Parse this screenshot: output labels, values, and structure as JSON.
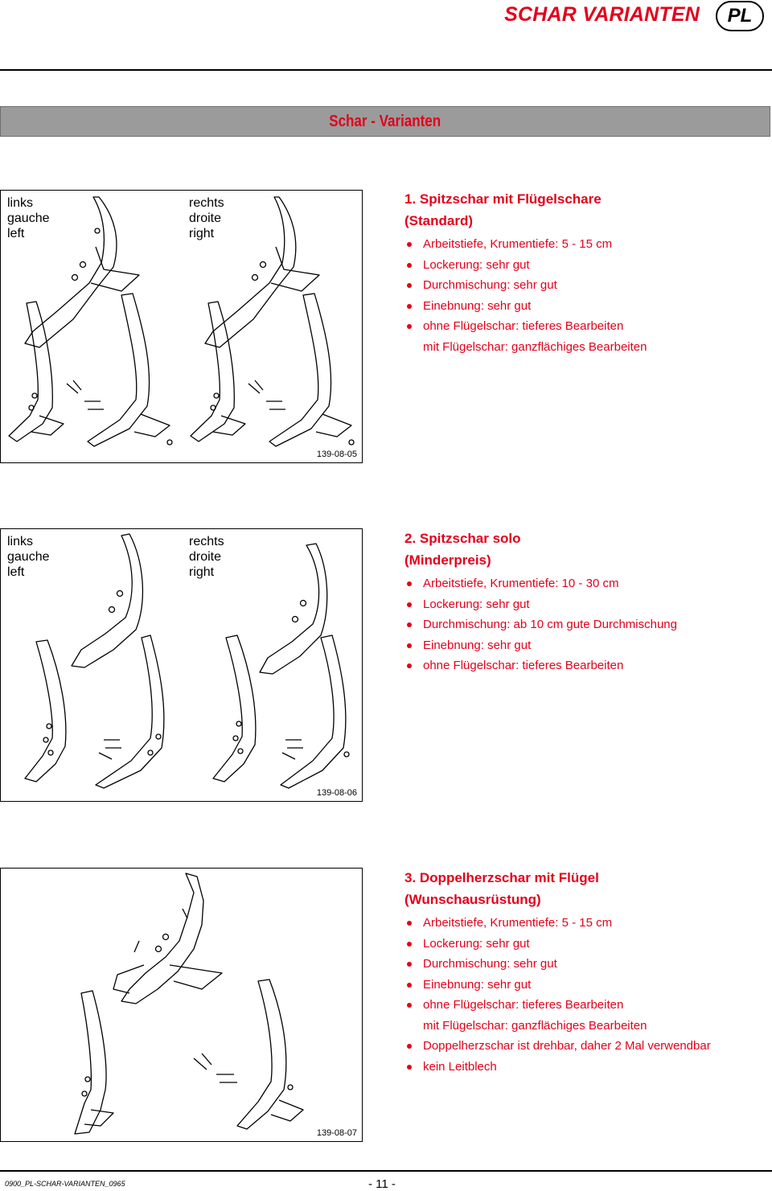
{
  "header": {
    "title": "SCHAR VARIANTEN",
    "badge": "PL"
  },
  "banner": {
    "title": "Schar - Varianten"
  },
  "figures": [
    {
      "left_label": [
        "links",
        "gauche",
        "left"
      ],
      "right_label": [
        "rechts",
        "droite",
        "right"
      ],
      "figure_no": "139-08-05"
    },
    {
      "left_label": [
        "links",
        "gauche",
        "left"
      ],
      "right_label": [
        "rechts",
        "droite",
        "right"
      ],
      "figure_no": "139-08-06"
    },
    {
      "figure_no": "139-08-07"
    }
  ],
  "sections": [
    {
      "title": "1. Spitzschar mit Flügelschare",
      "subtitle": "(Standard)",
      "items": [
        {
          "bullet": true,
          "text": "Arbeitstiefe, Krumentiefe: 5 - 15 cm"
        },
        {
          "bullet": true,
          "text": "Lockerung: sehr gut"
        },
        {
          "bullet": true,
          "text": "Durchmischung: sehr gut"
        },
        {
          "bullet": true,
          "text": "Einebnung: sehr gut"
        },
        {
          "bullet": true,
          "text": "ohne Flügelschar: tieferes Bearbeiten"
        },
        {
          "bullet": false,
          "text": "mit Flügelschar: ganzflächiges Bearbeiten"
        }
      ]
    },
    {
      "title": "2. Spitzschar solo",
      "subtitle": "(Minderpreis)",
      "items": [
        {
          "bullet": true,
          "text": "Arbeitstiefe, Krumentiefe: 10 - 30 cm"
        },
        {
          "bullet": true,
          "text": "Lockerung: sehr gut"
        },
        {
          "bullet": true,
          "text": "Durchmischung: ab 10 cm gute Durchmischung"
        },
        {
          "bullet": true,
          "text": "Einebnung: sehr gut"
        },
        {
          "bullet": true,
          "text": "ohne Flügelschar: tieferes Bearbeiten"
        }
      ]
    },
    {
      "title": "3. Doppelherzschar mit Flügel",
      "subtitle": "(Wunschausrüstung)",
      "items": [
        {
          "bullet": true,
          "text": "Arbeitstiefe, Krumentiefe: 5 - 15 cm"
        },
        {
          "bullet": true,
          "text": "Lockerung: sehr gut"
        },
        {
          "bullet": true,
          "text": "Durchmischung: sehr gut"
        },
        {
          "bullet": true,
          "text": "Einebnung: sehr gut"
        },
        {
          "bullet": true,
          "text": "ohne Flügelschar: tieferes Bearbeiten"
        },
        {
          "bullet": false,
          "text": "mit Flügelschar: ganzflächiges Bearbeiten"
        },
        {
          "bullet": true,
          "text": "Doppelherzschar ist drehbar, daher 2 Mal verwendbar"
        },
        {
          "bullet": true,
          "text": "kein Leitblech"
        }
      ]
    }
  ],
  "footer": {
    "code": "0900_PL-SCHAR-VARIANTEN_0965",
    "page": "- 11 -"
  },
  "colors": {
    "accent": "#e3001b",
    "banner_bg": "#9b9b9b"
  }
}
